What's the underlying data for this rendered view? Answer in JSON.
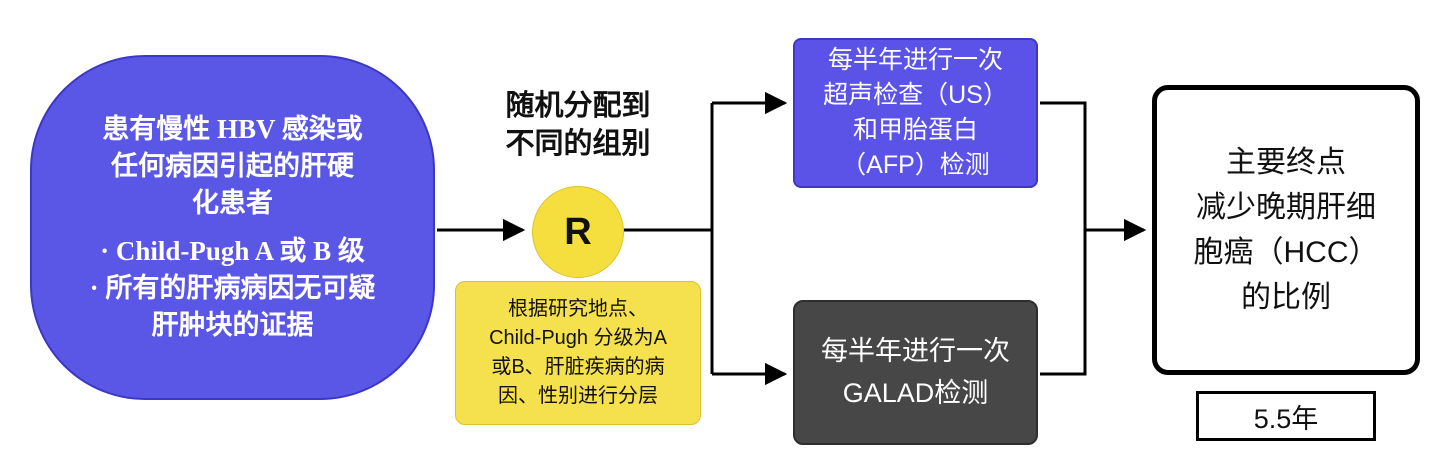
{
  "population": {
    "heading": "患有慢性 HBV 感染或\n任何病因引起的肝硬\n化患者",
    "bullets": "· Child-Pugh A 或 B 级\n· 所有的肝病病因无可疑\n肝肿块的证据"
  },
  "randomization": {
    "label": "随机分配到\n不同的组别",
    "symbol": "R",
    "stratification": "根据研究地点、\nChild-Pugh 分级为A\n或B、肝脏疾病的病\n因、性别进行分层"
  },
  "arms": {
    "us_afp": "每半年进行一次\n超声检查（US）\n和甲胎蛋白\n（AFP）检测",
    "galad": "每半年进行一次\nGALAD检测"
  },
  "endpoint": {
    "text": "主要终点\n减少晚期肝细\n胞癌（HCC）\n的比例",
    "duration": "5.5年"
  },
  "colors": {
    "blue": "#5b57e6",
    "blue_border": "#3c37c4",
    "yellow": "#f5e04d",
    "dark_gray": "#474747",
    "line": "#000000"
  }
}
